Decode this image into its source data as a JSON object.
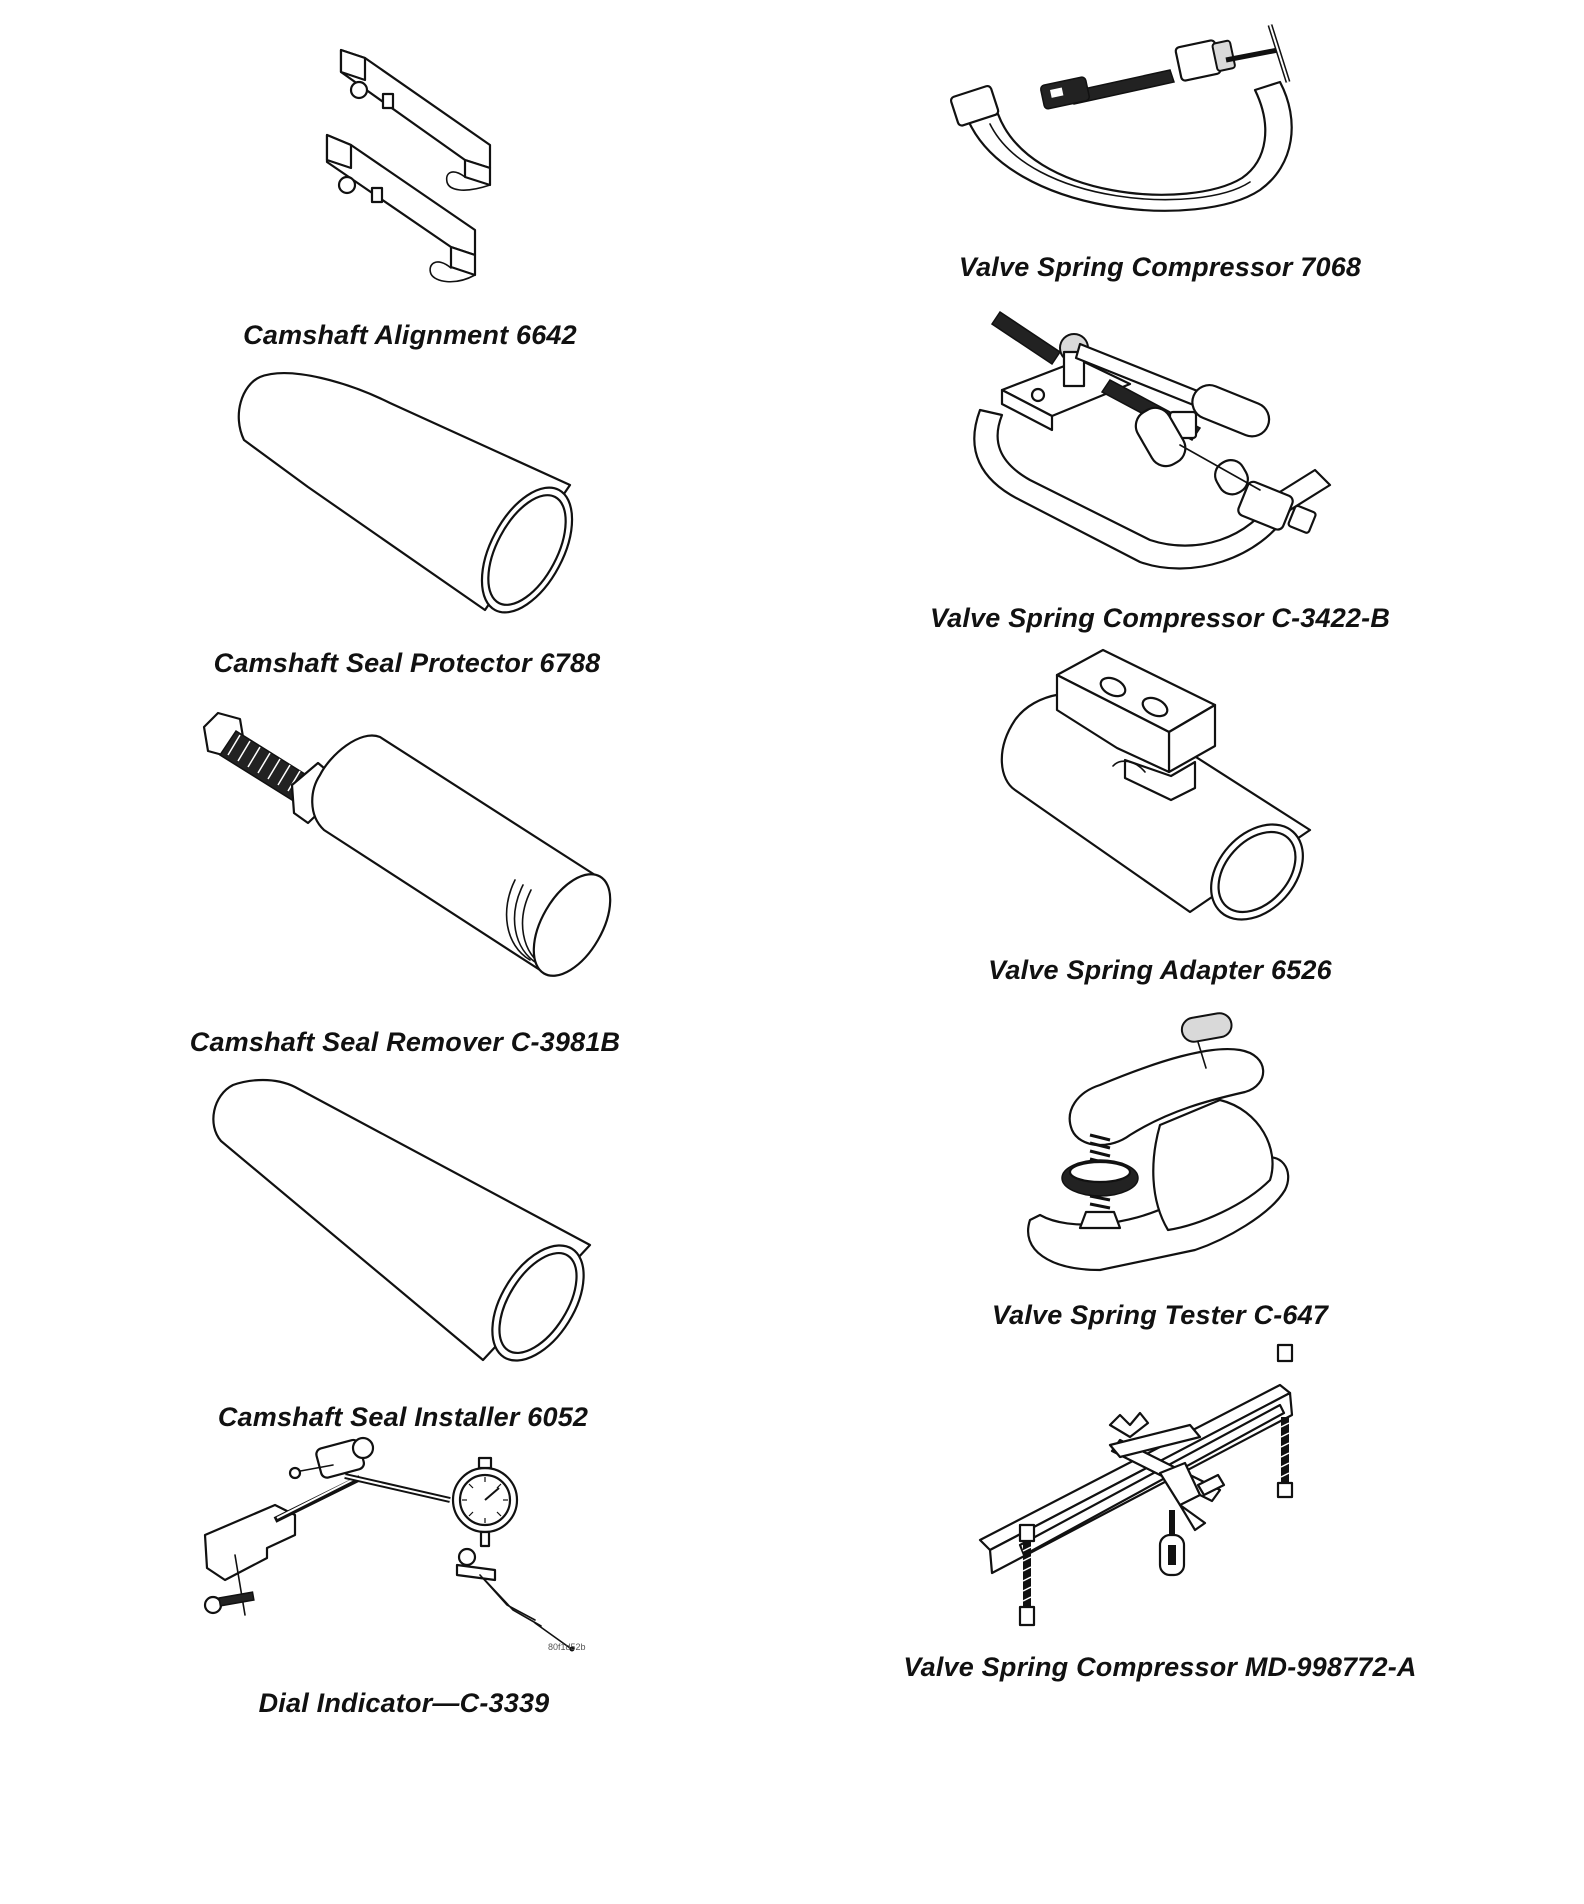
{
  "tools": {
    "camshaft_alignment": "Camshaft Alignment 6642",
    "camshaft_seal_protector": "Camshaft Seal Protector 6788",
    "camshaft_seal_remover": "Camshaft Seal Remover C-3981B",
    "camshaft_seal_installer": "Camshaft Seal Installer 6052",
    "dial_indicator": "Dial Indicator—C-3339",
    "valve_spring_compressor_7068": "Valve Spring Compressor 7068",
    "valve_spring_compressor_c3422b": "Valve Spring Compressor C-3422-B",
    "valve_spring_adapter": "Valve Spring Adapter 6526",
    "valve_spring_tester": "Valve Spring Tester C-647",
    "valve_spring_compressor_md998772a": "Valve Spring Compressor MD-998772-A"
  },
  "figure_id": "80f1d52b"
}
